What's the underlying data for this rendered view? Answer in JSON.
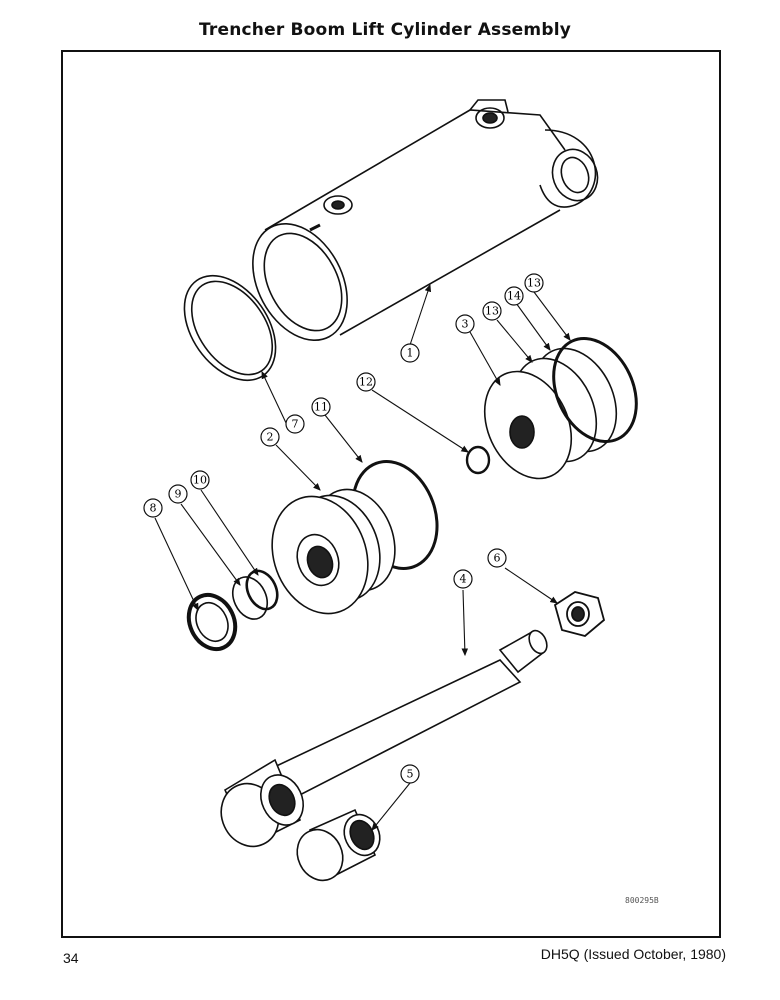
{
  "page": {
    "title": "Trencher Boom Lift Cylinder Assembly",
    "page_number": "34",
    "footer_note": "DH5Q (Issued October, 1980)",
    "figure_ref": "800295B"
  },
  "callouts": [
    {
      "id": "callout-1",
      "label": "1"
    },
    {
      "id": "callout-2",
      "label": "2"
    },
    {
      "id": "callout-3",
      "label": "3"
    },
    {
      "id": "callout-4",
      "label": "4"
    },
    {
      "id": "callout-5",
      "label": "5"
    },
    {
      "id": "callout-6",
      "label": "6"
    },
    {
      "id": "callout-7",
      "label": "7"
    },
    {
      "id": "callout-8",
      "label": "8"
    },
    {
      "id": "callout-9",
      "label": "9"
    },
    {
      "id": "callout-10",
      "label": "10"
    },
    {
      "id": "callout-11",
      "label": "11"
    },
    {
      "id": "callout-12",
      "label": "12"
    },
    {
      "id": "callout-13a",
      "label": "13"
    },
    {
      "id": "callout-13b",
      "label": "13"
    },
    {
      "id": "callout-14",
      "label": "14"
    }
  ]
}
